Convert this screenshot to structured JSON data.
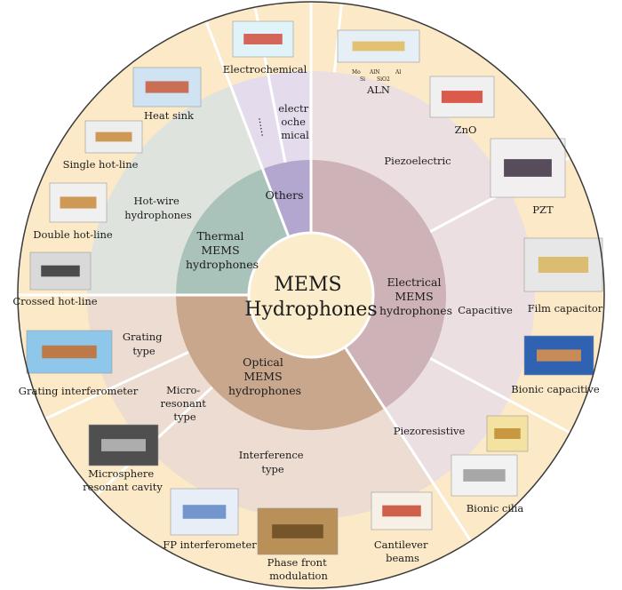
{
  "center": {
    "lines": [
      "MEMS",
      "Hydrophones"
    ]
  },
  "categories": [
    {
      "id": "electrical",
      "lines": [
        "Electrical",
        "MEMS",
        "hydrophones"
      ]
    },
    {
      "id": "optical",
      "lines": [
        "Optical",
        "MEMS",
        "hydrophones"
      ]
    },
    {
      "id": "thermal",
      "lines": [
        "Thermal",
        "MEMS",
        "hydrophones"
      ]
    },
    {
      "id": "others",
      "lines": [
        "Others"
      ]
    }
  ],
  "subcategories": [
    {
      "id": "piezoelectric",
      "lines": [
        "Piezoelectric"
      ]
    },
    {
      "id": "capacitive",
      "lines": [
        "Capacitive"
      ]
    },
    {
      "id": "piezoresistive",
      "lines": [
        "Piezoresistive"
      ]
    },
    {
      "id": "interference",
      "lines": [
        "Interference",
        "type"
      ]
    },
    {
      "id": "micro-resonant",
      "lines": [
        "Micro-",
        "resonant",
        "type"
      ]
    },
    {
      "id": "grating",
      "lines": [
        "Grating",
        "type"
      ]
    },
    {
      "id": "hot-wire",
      "lines": [
        "Hot-wire",
        "hydrophones"
      ]
    },
    {
      "id": "ellipsis",
      "lines": [
        "......"
      ]
    },
    {
      "id": "electrochemical-sub",
      "lines": [
        "electr",
        "oche",
        "mical"
      ]
    }
  ],
  "examples": [
    {
      "id": "aln",
      "lines": [
        "ALN"
      ]
    },
    {
      "id": "zno",
      "lines": [
        "ZnO"
      ]
    },
    {
      "id": "pzt",
      "lines": [
        "PZT"
      ]
    },
    {
      "id": "film-capacitor",
      "lines": [
        "Film capacitor"
      ]
    },
    {
      "id": "bionic-capacitive",
      "lines": [
        "Bionic capacitive"
      ]
    },
    {
      "id": "bionic-cilia",
      "lines": [
        "Bionic cilia"
      ]
    },
    {
      "id": "cantilever-beams",
      "lines": [
        "Cantilever",
        "beams"
      ]
    },
    {
      "id": "phase-front",
      "lines": [
        "Phase front",
        "modulation"
      ]
    },
    {
      "id": "fp-interferometer",
      "lines": [
        "FP interferometer"
      ]
    },
    {
      "id": "microsphere",
      "lines": [
        "Microsphere",
        "resonant cavity"
      ]
    },
    {
      "id": "grating-interferometer",
      "lines": [
        "Grating  interferometer"
      ]
    },
    {
      "id": "crossed-hot-line",
      "lines": [
        "Crossed hot-line"
      ]
    },
    {
      "id": "double-hot-line",
      "lines": [
        "Double hot-line"
      ]
    },
    {
      "id": "single-hot-line",
      "lines": [
        "Single hot-line"
      ]
    },
    {
      "id": "heat-sink",
      "lines": [
        "Heat sink"
      ]
    },
    {
      "id": "electrochemical",
      "lines": [
        "Electrochemical"
      ]
    }
  ],
  "image_text": {
    "aln": [
      "Mo",
      "AlN",
      "Al",
      "Si",
      "SiO2"
    ]
  },
  "colors": {
    "outer_ring": "#fbe9c7",
    "electrical_mid": "#ecdfe2",
    "electrical_inner": "#cdb2b7",
    "optical_mid": "#eddcd1",
    "optical_inner": "#c9a78d",
    "thermal_mid": "#dfe3de",
    "thermal_inner": "#aac3ba",
    "others_mid": "#e4dcec",
    "others_inner": "#b3a6cf",
    "center": "#fbeccc",
    "divider": "#ffffff",
    "outline": "#3a3a3a"
  }
}
